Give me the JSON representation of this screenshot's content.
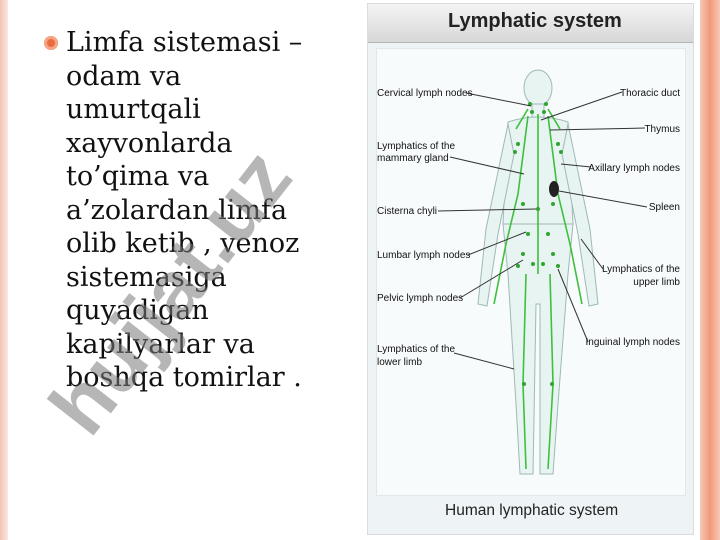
{
  "slide": {
    "bullet_text": "Limfa sistemasi –\nodam va\numurtqali\nxayvonlarda\nto’qima va\na’zolardan limfa\nolib ketib , venoz\nsistemasiga\nquyadigan\nkapilyarlar va\nboshqa tomirlar ."
  },
  "figure": {
    "title": "Lymphatic system",
    "caption": "Human lymphatic system",
    "labels_left": {
      "cervical": "Cervical lymph nodes",
      "mammary_1": "Lymphatics of the",
      "mammary_2": "mammary gland",
      "cisterna": "Cisterna chyli",
      "lumbar": "Lumbar lymph nodes",
      "pelvic": "Pelvic lymph nodes",
      "lower_1": "Lymphatics of the",
      "lower_2": "lower limb"
    },
    "labels_right": {
      "thoracic": "Thoracic duct",
      "thymus": "Thymus",
      "axillary": "Axillary lymph nodes",
      "spleen": "Spleen",
      "upper_1": "Lymphatics of the",
      "upper_2": "upper limb",
      "inguinal": "Inguinal lymph nodes"
    }
  },
  "watermark": {
    "text": "hujjat.uz"
  },
  "colors": {
    "accent": "#e76c40",
    "lymph": "#3fbf3f",
    "watermark": "#7a7a7a"
  }
}
